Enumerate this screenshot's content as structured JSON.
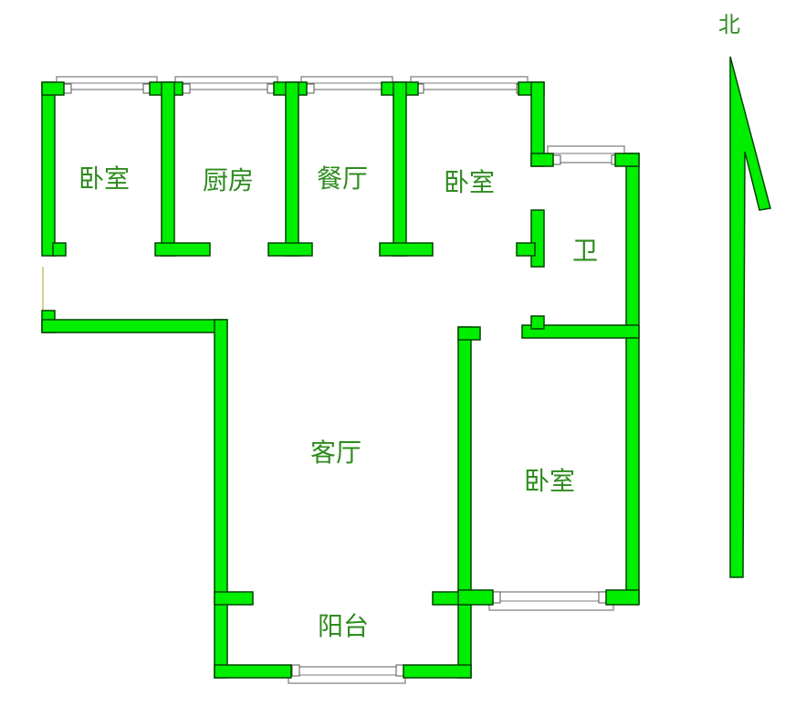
{
  "rooms": {
    "bedroom_nw": "卧室",
    "kitchen": "厨房",
    "dining": "餐厅",
    "bedroom_n": "卧室",
    "bathroom": "卫",
    "living": "客厅",
    "bedroom_se": "卧室",
    "balcony": "阳台"
  },
  "compass": {
    "label": "北",
    "icon": "north-arrow-icon"
  },
  "colors": {
    "wall": "#00ee00",
    "wall_outline": "#004400",
    "label": "#2e8b1e",
    "window": "#7a7a7a",
    "background": "#ffffff"
  }
}
